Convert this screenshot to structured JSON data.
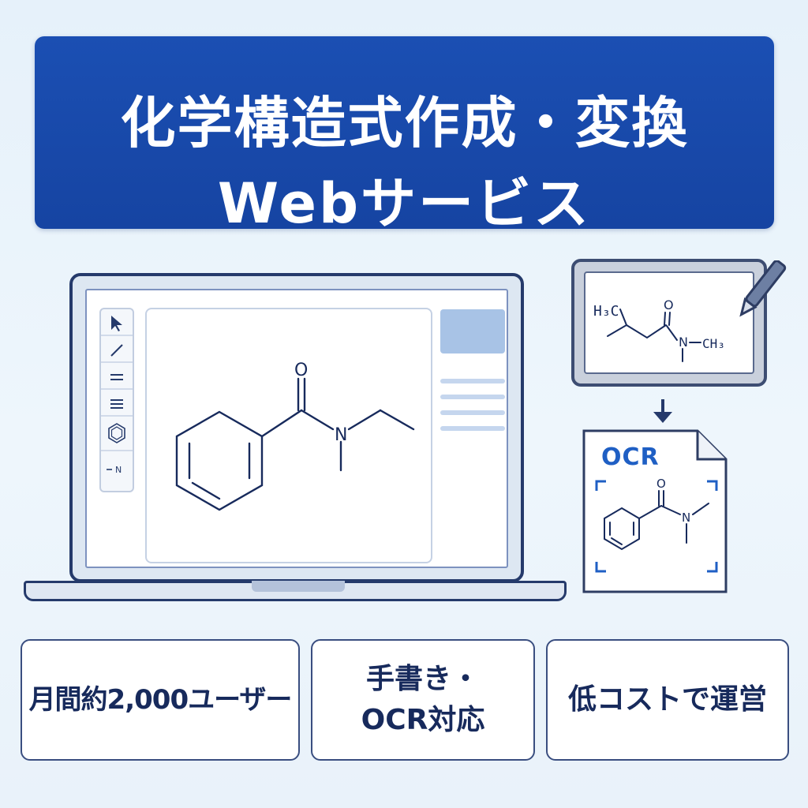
{
  "title": {
    "line1": "化学構造式作成・変換",
    "line2": "Webサービス"
  },
  "editor": {
    "tools": [
      "pointer-icon",
      "single-bond-icon",
      "double-bond-icon",
      "triple-bond-icon",
      "benzene-ring-icon",
      "nitrogen-atom-icon"
    ],
    "nitrogen_tool_label": "N",
    "main_molecule_atoms": {
      "oxygen": "O",
      "nitrogen": "N"
    }
  },
  "handwriting": {
    "methyl_left": "H₃C",
    "oxygen": "O",
    "nitrogen": "N",
    "methyl_right": "CH₃"
  },
  "ocr": {
    "label": "OCR",
    "oxygen": "O",
    "nitrogen": "N"
  },
  "features": [
    {
      "text": "月間約2,000ユーザー"
    },
    {
      "line1": "手書き・",
      "line2": "OCR対応"
    },
    {
      "text": "低コストで運営"
    }
  ],
  "colors": {
    "banner": "#1b4fb3",
    "accent_blue": "#1f5fc4",
    "outline": "#253a6b",
    "text_dark": "#172a5c"
  }
}
